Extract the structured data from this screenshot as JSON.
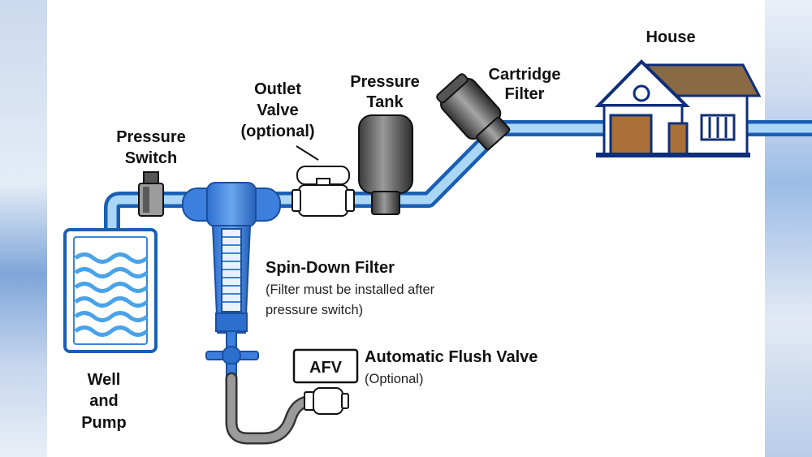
{
  "labels": {
    "house": "House",
    "cartridge_filter_1": "Cartridge",
    "cartridge_filter_2": "Filter",
    "pressure_tank_1": "Pressure",
    "pressure_tank_2": "Tank",
    "outlet_valve_1": "Outlet",
    "outlet_valve_2": "Valve",
    "outlet_valve_3": "(optional)",
    "pressure_switch_1": "Pressure",
    "pressure_switch_2": "Switch",
    "spin_down_title": "Spin-Down Filter",
    "spin_down_note_1": "(Filter must be installed after",
    "spin_down_note_2": "pressure switch)",
    "afv_badge": "AFV",
    "afv_title": "Automatic Flush Valve",
    "afv_note": "(Optional)",
    "well_1": "Well",
    "well_2": "and",
    "well_3": "Pump"
  },
  "colors": {
    "pipe_outer": "#1a5fb4",
    "pipe_inner": "#a9d7f5",
    "filter_blue": "#3c7fdc",
    "water": "#4aa3e8",
    "house_brown": "#a9703a",
    "roof": "#8a6a45"
  }
}
